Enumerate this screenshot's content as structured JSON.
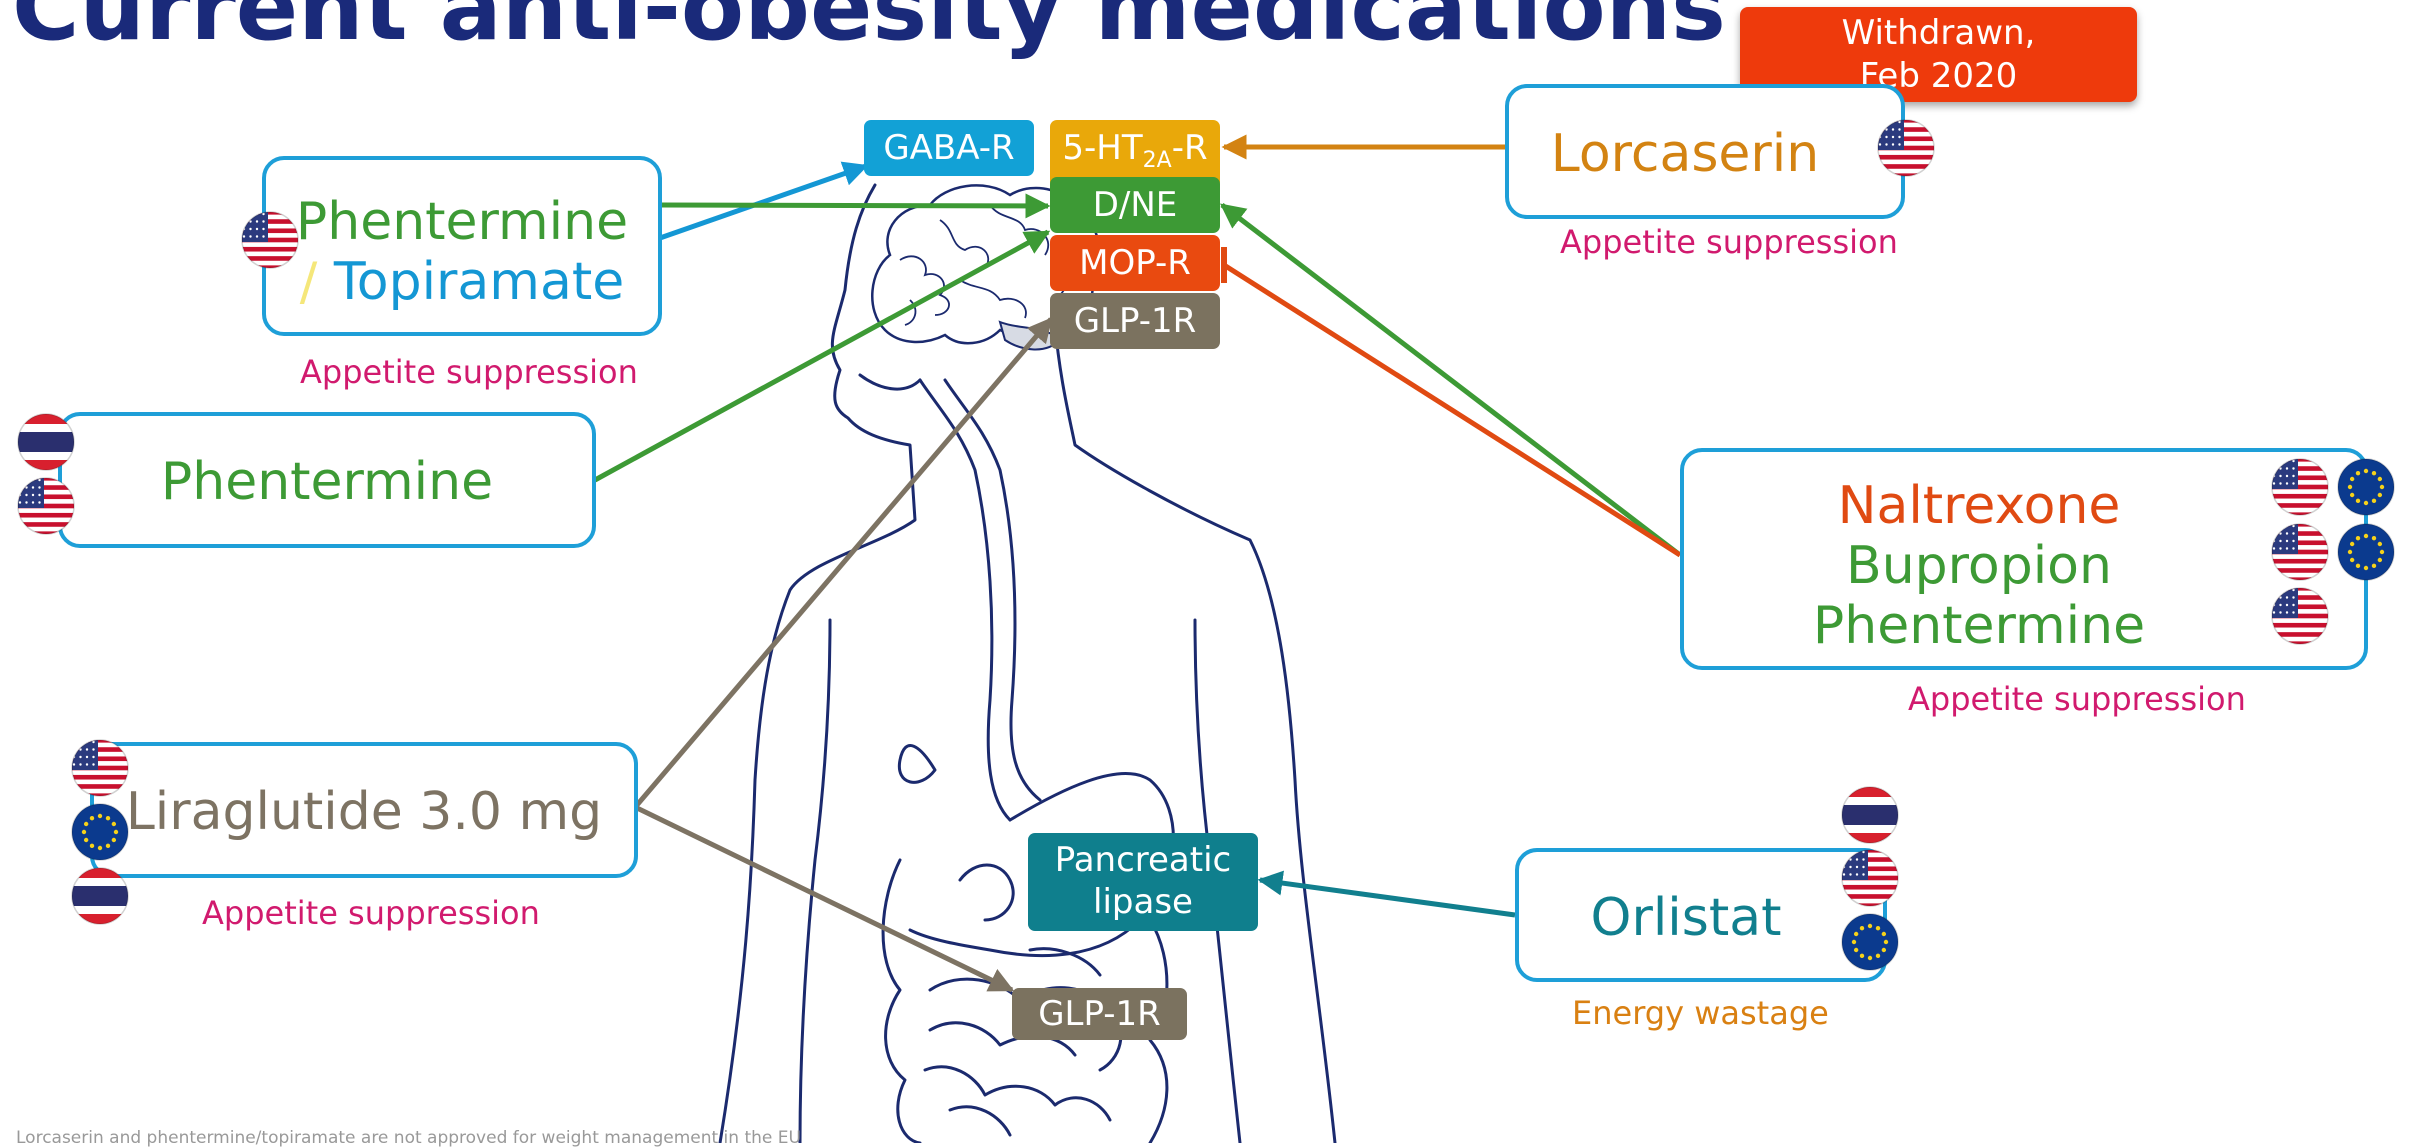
{
  "title": "Current anti-obesity medications",
  "withdrawn": {
    "line1": "Withdrawn,",
    "line2": "Feb 2020"
  },
  "receptors": {
    "gaba": "GABA-R",
    "ht_prefix": "5-HT",
    "ht_sub": "2A",
    "ht_suffix": "-R",
    "dne": "D/NE",
    "mop": "MOP-R",
    "glp_brain": "GLP-1R",
    "pancreatic_line1": "Pancreatic",
    "pancreatic_line2": "lipase",
    "glp_gut": "GLP-1R"
  },
  "drugs": {
    "phen_topi": {
      "line1": "Phentermine",
      "slash": "/",
      "line2": "Topiramate",
      "effect": "Appetite suppression"
    },
    "phentermine": {
      "name": "Phentermine"
    },
    "liraglutide": {
      "name": "Liraglutide 3.0 mg",
      "effect": "Appetite suppression"
    },
    "lorcaserin": {
      "name": "Lorcaserin",
      "effect": "Appetite suppression"
    },
    "nbp": {
      "line1": "Naltrexone",
      "line2": "Bupropion",
      "line3": "Phentermine",
      "effect": "Appetite suppression"
    },
    "orlistat": {
      "name": "Orlistat",
      "effect": "Energy wastage"
    }
  },
  "flags": {
    "phen_topi": [
      "us-flag-icon"
    ],
    "phentermine": [
      "thailand-flag-icon",
      "us-flag-icon"
    ],
    "liraglutide": [
      "us-flag-icon",
      "eu-flag-icon",
      "thailand-flag-icon"
    ],
    "lorcaserin": [
      "us-flag-icon"
    ],
    "nbp": [
      "us-flag-icon",
      "eu-flag-icon",
      "us-flag-icon",
      "eu-flag-icon",
      "us-flag-icon"
    ],
    "orlistat": [
      "thailand-flag-icon",
      "us-flag-icon",
      "eu-flag-icon"
    ]
  },
  "footnote": "Lorcaserin and phentermine/topiramate are not approved for weight management in the EU",
  "colors": {
    "title": "#1a2a7a",
    "box_border": "#1e9fd8",
    "effect_pink": "#d11a6e",
    "effect_orange": "#d98012",
    "green": "#3d9a35",
    "blue": "#1497d4",
    "orange_red": "#e04a12",
    "gray_brown": "#7d7363",
    "teal": "#117f8e",
    "lorcaserin_orange": "#d38312",
    "gaba_blue": "#12a1d6",
    "ht_yellow": "#e9a80a",
    "dne_green": "#3d9a35",
    "mop_red": "#e94a10",
    "glp_gray": "#7b725f",
    "lipase_teal": "#0f7f8d",
    "withdrawn_red": "#ee3a0c"
  }
}
